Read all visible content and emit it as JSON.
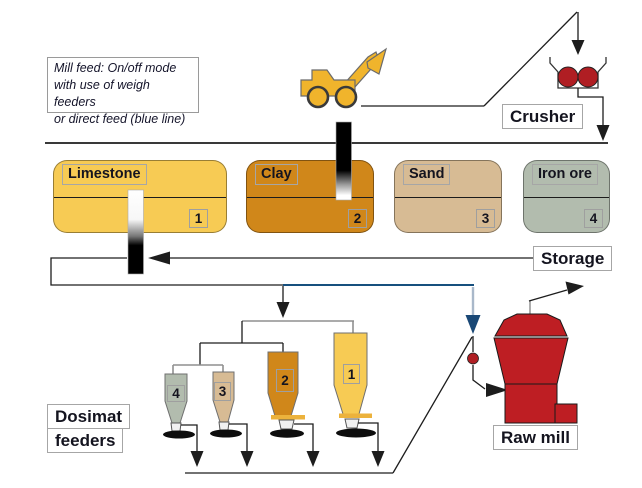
{
  "note": {
    "line1": "Mill feed: On/off mode",
    "line2": "with use of weigh feeders",
    "line3": "or direct feed (blue line)"
  },
  "labels": {
    "crusher": "Crusher",
    "storage": "Storage",
    "raw_mill": "Raw mill",
    "dosimat_word1": "Dosimat",
    "dosimat_word2": "feeders"
  },
  "bins": [
    {
      "name": "Limestone",
      "number": "1",
      "color": "#F7CB54"
    },
    {
      "name": "Clay",
      "number": "2",
      "color": "#D0871A"
    },
    {
      "name": "Sand",
      "number": "3",
      "color": "#D7BB94"
    },
    {
      "name": "Iron ore",
      "number": "4",
      "color": "#B2BCAE"
    }
  ],
  "feeders": [
    {
      "number": "4",
      "color": "#B2BCAE"
    },
    {
      "number": "3",
      "color": "#D7BB94"
    },
    {
      "number": "2",
      "color": "#D0871A"
    },
    {
      "number": "1",
      "color": "#F7CB54"
    }
  ],
  "colors": {
    "line_black": "#1d1d1d",
    "blue_line": "#17507E",
    "blue_drop_light": "#A9B8CA",
    "blue_arrow": "#1A4876",
    "crusher_red": "#B01E23",
    "mill_red": "#BE1E23",
    "valve_red": "#B01E23",
    "loader_yellow": "#F0B42C",
    "weigh_belt_yellow": "#ECB23C"
  }
}
